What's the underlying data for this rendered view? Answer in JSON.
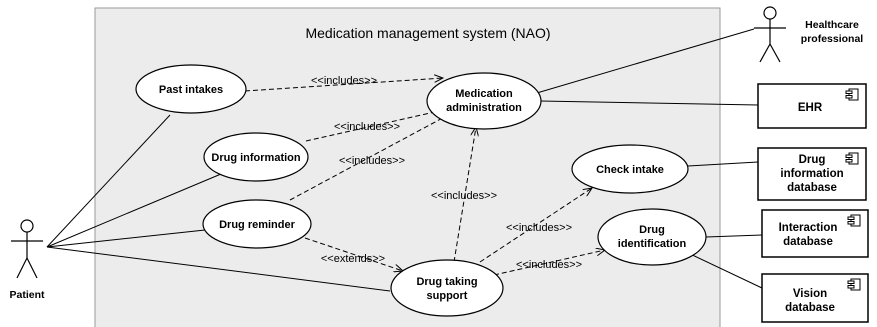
{
  "system": {
    "title": "Medication management system (NAO)"
  },
  "actors": {
    "patient": "Patient",
    "healthcare_l1": "Healthcare",
    "healthcare_l2": "professional"
  },
  "use_cases": {
    "past_intakes": "Past intakes",
    "med_admin_l1": "Medication",
    "med_admin_l2": "administration",
    "drug_information": "Drug information",
    "drug_reminder": "Drug reminder",
    "check_intake": "Check intake",
    "drug_ident_l1": "Drug",
    "drug_ident_l2": "identification",
    "drug_taking_l1": "Drug taking",
    "drug_taking_l2": "support"
  },
  "external_systems": {
    "ehr": "EHR",
    "drug_db_l1": "Drug",
    "drug_db_l2": "information",
    "drug_db_l3": "database",
    "interaction_l1": "Interaction",
    "interaction_l2": "database",
    "vision_l1": "Vision",
    "vision_l2": "database"
  },
  "relations": {
    "includes": "<<includes>>",
    "extends": "<<extends>>"
  }
}
